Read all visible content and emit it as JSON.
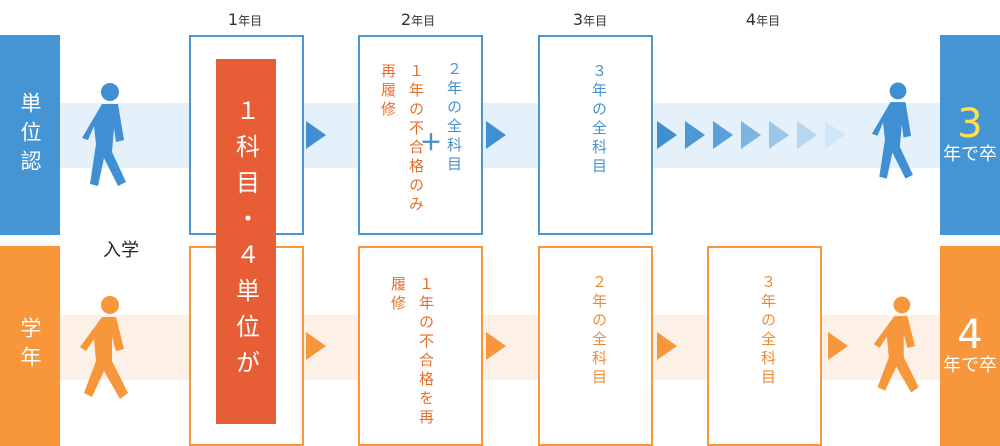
{
  "years": [
    {
      "num": "1",
      "unit": "年目"
    },
    {
      "num": "2",
      "unit": "年目"
    },
    {
      "num": "3",
      "unit": "年目"
    },
    {
      "num": "4",
      "unit": "年目"
    }
  ],
  "rows": {
    "unit": {
      "label": "単位認",
      "color": "#4594d3"
    },
    "grade": {
      "label": "学年",
      "color": "#f7963a"
    }
  },
  "enroll_label": "入学",
  "red_bar_text": "１科目・４単位が",
  "unit_row": {
    "y2_left": "１年の不合格のみ再履修",
    "plus": "＋",
    "y2_right": "２年の全科目",
    "y3": "３年の全科目",
    "result_num": "3",
    "result_text": "年で卒"
  },
  "grade_row": {
    "y2": "１年の不合格を再履修",
    "y3": "２年の全科目",
    "y4": "３年の全科目",
    "result_num": "4",
    "result_text": "年で卒"
  },
  "colors": {
    "blue": "#4594d3",
    "orange": "#f7963a",
    "red": "#e75d35",
    "yellow": "#ffe14a"
  },
  "icons": {
    "walker_blue": "walking-person-icon",
    "walker_orange": "walking-person-icon"
  }
}
